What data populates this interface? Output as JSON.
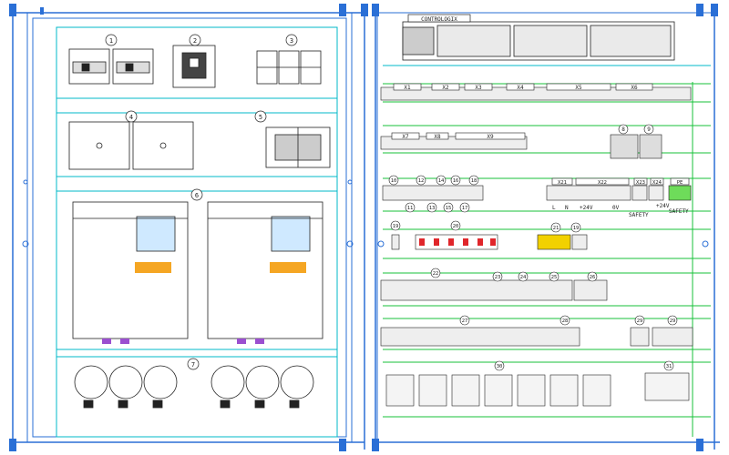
{
  "colors": {
    "frame": "#2a6fd6",
    "rail": "#00b8c8",
    "wire": "#17c23a",
    "ink": "#222222",
    "accent_yellow": "#f2d100",
    "accent_red": "#e0262b",
    "accent_purple": "#9b4fd0",
    "accent_orange": "#f5a623"
  },
  "left_panel": {
    "callouts": [
      "1",
      "2",
      "3",
      "4",
      "5",
      "6",
      "7"
    ]
  },
  "right_panel": {
    "plc_label": "CONTROLOGIX",
    "terminals_row1": [
      "X1",
      "X2",
      "X3",
      "X4",
      "X5",
      "X6"
    ],
    "terminals_row2": [
      "X7",
      "X8",
      "X9"
    ],
    "callouts_row2": [
      "8",
      "9"
    ],
    "callouts_row3_top": [
      "10",
      "12",
      "14",
      "16",
      "18"
    ],
    "callouts_row3_bottom": [
      "11",
      "13",
      "15",
      "17"
    ],
    "terminals_row3": [
      "X21",
      "X22",
      "X23",
      "X24",
      "PE"
    ],
    "row3_labels": {
      "l": "L",
      "n": "N",
      "p24": "+24V",
      "zero": "0V",
      "safety1": "SAFETY",
      "p24b": "+24V",
      "safety2": "SAFETY"
    },
    "callouts_row4": [
      "19",
      "20",
      "21",
      "19"
    ],
    "callouts_row5": [
      "22",
      "23",
      "24",
      "25",
      "26"
    ],
    "callouts_row6": [
      "27",
      "28",
      "29",
      "29"
    ],
    "callouts_row7": [
      "30",
      "31"
    ]
  }
}
